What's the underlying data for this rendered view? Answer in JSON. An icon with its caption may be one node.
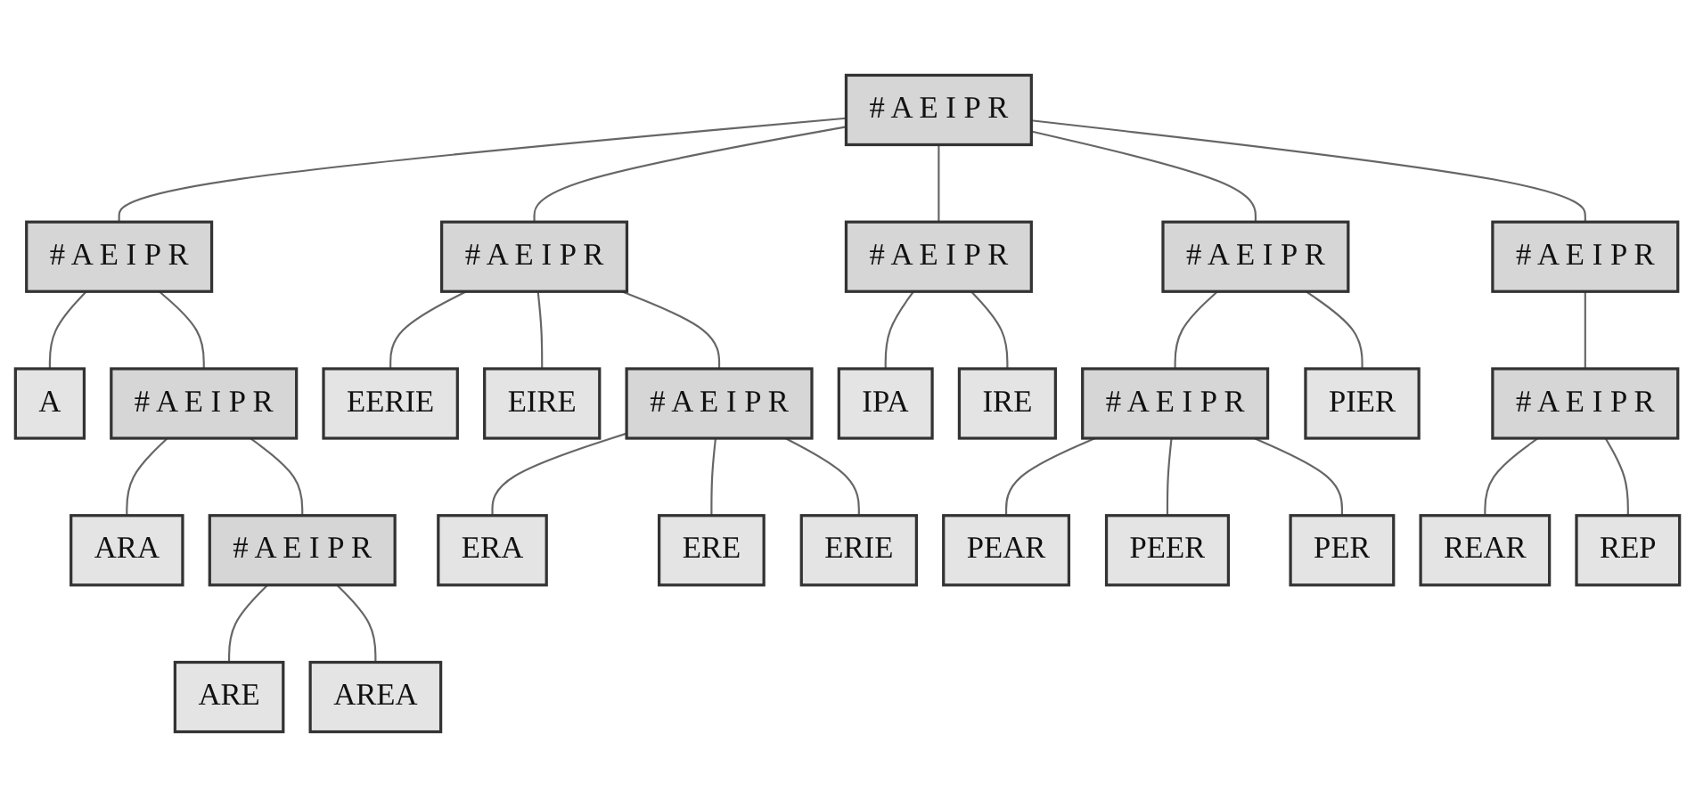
{
  "diagram": {
    "nodes": [
      {
        "text": [
          "# A E I P R"
        ]
      },
      {
        "text": [
          "# A E I P R"
        ]
      },
      {
        "text": [
          "# A E I P R"
        ]
      },
      {
        "text": [
          "# A E I P R"
        ]
      },
      {
        "text": [
          "# A E I P R"
        ]
      },
      {
        "text": [
          "# A E I P R"
        ]
      },
      {
        "text": [
          "A"
        ]
      },
      {
        "text": [
          "# A E I P R"
        ]
      },
      {
        "text": [
          "EERIE"
        ]
      },
      {
        "text": [
          "EIRE"
        ]
      },
      {
        "text": [
          "# A E I P R"
        ]
      },
      {
        "text": [
          "IPA"
        ]
      },
      {
        "text": [
          "IRE"
        ]
      },
      {
        "text": [
          "# A E I P R"
        ]
      },
      {
        "text": [
          "PIER"
        ]
      },
      {
        "text": [
          "# A E I P R"
        ]
      },
      {
        "text": [
          "ARA"
        ]
      },
      {
        "text": [
          "# A E I P R"
        ]
      },
      {
        "text": [
          "ERA"
        ]
      },
      {
        "text": [
          "ERE"
        ]
      },
      {
        "text": [
          "ERIE"
        ]
      },
      {
        "text": [
          "PEAR"
        ]
      },
      {
        "text": [
          "PEER"
        ]
      },
      {
        "text": [
          "PER"
        ]
      },
      {
        "text": [
          "REAR"
        ]
      },
      {
        "text": [
          "REP"
        ]
      },
      {
        "text": [
          "ARE"
        ]
      },
      {
        "text": [
          "AREA"
        ]
      }
    ],
    "edges": [
      {
        "from": 0,
        "to": 1,
        "arrow": "none"
      },
      {
        "from": 0,
        "to": 2,
        "arrow": "none"
      },
      {
        "from": 0,
        "to": 3,
        "arrow": "none"
      },
      {
        "from": 0,
        "to": 4,
        "arrow": "none"
      },
      {
        "from": 0,
        "to": 5,
        "arrow": "none"
      },
      {
        "from": 1,
        "to": 6,
        "arrow": "none"
      },
      {
        "from": 1,
        "to": 7,
        "arrow": "none"
      },
      {
        "from": 2,
        "to": 8,
        "arrow": "none"
      },
      {
        "from": 2,
        "to": 9,
        "arrow": "none"
      },
      {
        "from": 2,
        "to": 10,
        "arrow": "none"
      },
      {
        "from": 3,
        "to": 11,
        "arrow": "none"
      },
      {
        "from": 3,
        "to": 12,
        "arrow": "none"
      },
      {
        "from": 4,
        "to": 13,
        "arrow": "none"
      },
      {
        "from": 4,
        "to": 14,
        "arrow": "none"
      },
      {
        "from": 5,
        "to": 15,
        "arrow": "none"
      },
      {
        "from": 7,
        "to": 16,
        "arrow": "none"
      },
      {
        "from": 7,
        "to": 17,
        "arrow": "none"
      },
      {
        "from": 10,
        "to": 18,
        "arrow": "none"
      },
      {
        "from": 10,
        "to": 19,
        "arrow": "none"
      },
      {
        "from": 10,
        "to": 20,
        "arrow": "none"
      },
      {
        "from": 13,
        "to": 21,
        "arrow": "none"
      },
      {
        "from": 13,
        "to": 22,
        "arrow": "none"
      },
      {
        "from": 13,
        "to": 23,
        "arrow": "none"
      },
      {
        "from": 15,
        "to": 24,
        "arrow": "none"
      },
      {
        "from": 15,
        "to": 25,
        "arrow": "none"
      },
      {
        "from": 17,
        "to": 26,
        "arrow": "none"
      },
      {
        "from": 17,
        "to": 27,
        "arrow": "none"
      }
    ]
  }
}
